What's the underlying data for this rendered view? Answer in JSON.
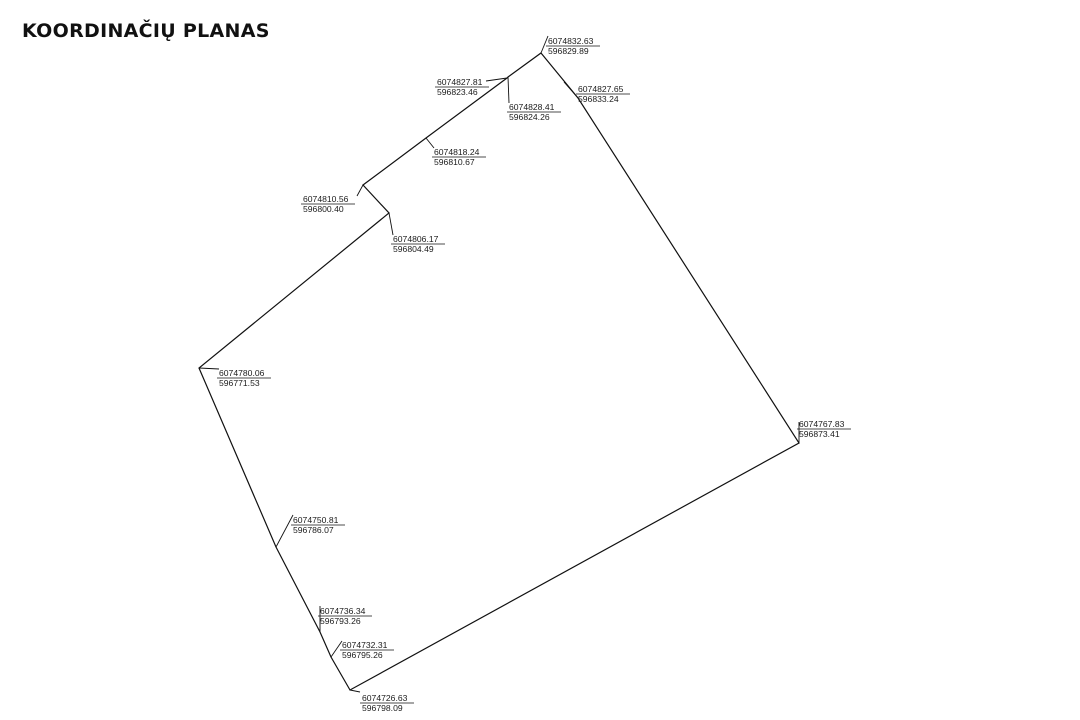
{
  "title": "KOORDINAČIŲ PLANAS",
  "colors": {
    "line": "#111111",
    "text": "#1a1a1a",
    "background": "#ffffff"
  },
  "points": [
    {
      "id": "p01",
      "x": "6074832.63",
      "y": "596829.89"
    },
    {
      "id": "p02",
      "x": "6074827.65",
      "y": "596833.24"
    },
    {
      "id": "p03",
      "x": "6074767.83",
      "y": "596873.41"
    },
    {
      "id": "p04",
      "x": "6074726.63",
      "y": "596798.09"
    },
    {
      "id": "p05",
      "x": "6074732.31",
      "y": "596795.26"
    },
    {
      "id": "p06",
      "x": "6074736.34",
      "y": "596793.26"
    },
    {
      "id": "p07",
      "x": "6074750.81",
      "y": "596786.07"
    },
    {
      "id": "p08",
      "x": "6074780.06",
      "y": "596771.53"
    },
    {
      "id": "p09",
      "x": "6074806.17",
      "y": "596804.49"
    },
    {
      "id": "p10",
      "x": "6074810.56",
      "y": "596800.40"
    },
    {
      "id": "p11",
      "x": "6074818.24",
      "y": "596810.67"
    },
    {
      "id": "p12",
      "x": "6074827.81",
      "y": "596823.46"
    },
    {
      "id": "p13",
      "x": "6074828.41",
      "y": "596824.26"
    }
  ]
}
